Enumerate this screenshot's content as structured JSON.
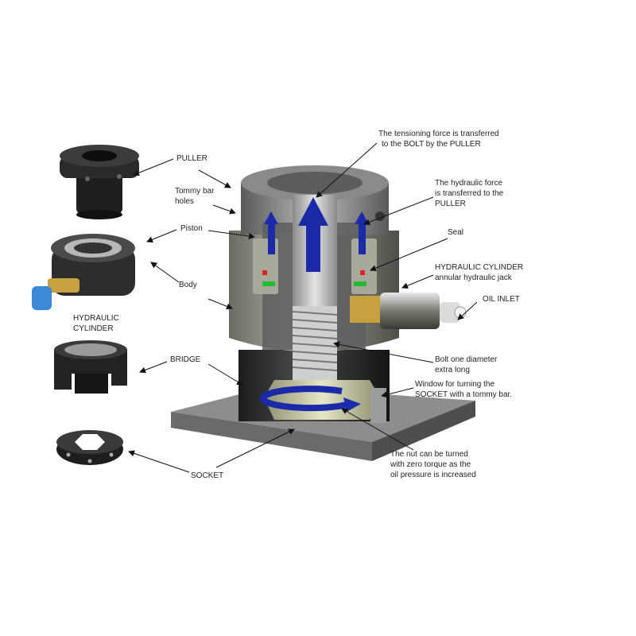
{
  "labels": {
    "puller": "PULLER",
    "tommy_bar_holes": [
      "Tommy bar",
      "holes"
    ],
    "piston": "Piston",
    "body": "Body",
    "hydraulic_cylinder": [
      "HYDRAULIC",
      "CYLINDER"
    ],
    "bridge": "BRIDGE",
    "socket": "SOCKET",
    "tensioning_force": [
      "The tensioning force is transferred",
      "to the BOLT by the PULLER"
    ],
    "hydraulic_force": [
      "The hydraulic force",
      "is transferred to the",
      "PULLER"
    ],
    "seal": "Seal",
    "cylinder_desc": [
      "HYDRAULIC CYLINDER",
      "annular hydraulic jack"
    ],
    "oil_inlet": "OIL INLET",
    "bolt_diameter": [
      "Bolt one diameter",
      "extra long"
    ],
    "window": [
      "Window for turning the",
      "SOCKET  with a tommy bar."
    ],
    "nut_turned": [
      "The nut can be turned",
      "with zero torque as the",
      "oil pressure is increased"
    ]
  },
  "colors": {
    "arrow_blue": "#1a2aa8",
    "seal_red": "#dd2222",
    "seal_green": "#22bb33",
    "metal_dark": "#2b2b2b",
    "metal_grey": "#9a9a9a",
    "brass": "#c8a040",
    "cap_blue": "#3a8ad8"
  }
}
